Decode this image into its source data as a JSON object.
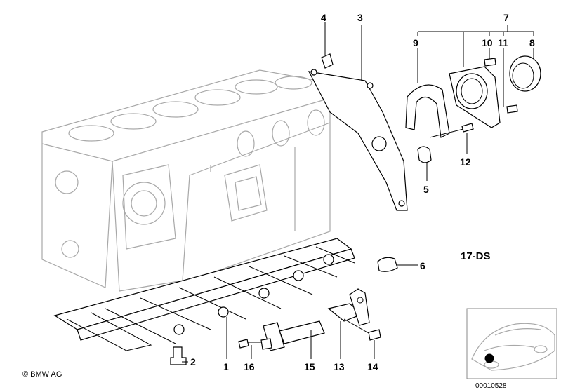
{
  "diagram": {
    "callouts": {
      "c1": "1",
      "c2": "2",
      "c3": "3",
      "c4": "4",
      "c5": "5",
      "c6": "6",
      "c7": "7",
      "c8": "8",
      "c9": "9",
      "c10": "10",
      "c11": "11",
      "c12": "12",
      "c13": "13",
      "c14": "14",
      "c15": "15",
      "c16": "16"
    },
    "section_code": "17-DS",
    "copyright": "© BMW AG",
    "reference_number": "00010528"
  }
}
